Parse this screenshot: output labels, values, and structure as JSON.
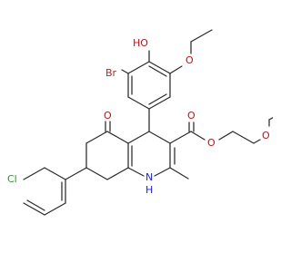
{
  "molecule": {
    "atoms": {
      "oh": "HO",
      "br": "Br",
      "o_ethoxy_aryl": "O",
      "o_ketone": "O",
      "o_carbonyl": "O",
      "o_ester": "O",
      "o_ether": "O",
      "nh_n": "N",
      "nh_h": "H",
      "cl": "Cl"
    },
    "colors": {
      "bond": "#2b2b2b",
      "oxygen": "#e8000b",
      "nitrogen": "#1a1aff",
      "bromine": "#a52a2a",
      "chlorine": "#1fa01f",
      "carbon_text": "#000000"
    }
  }
}
